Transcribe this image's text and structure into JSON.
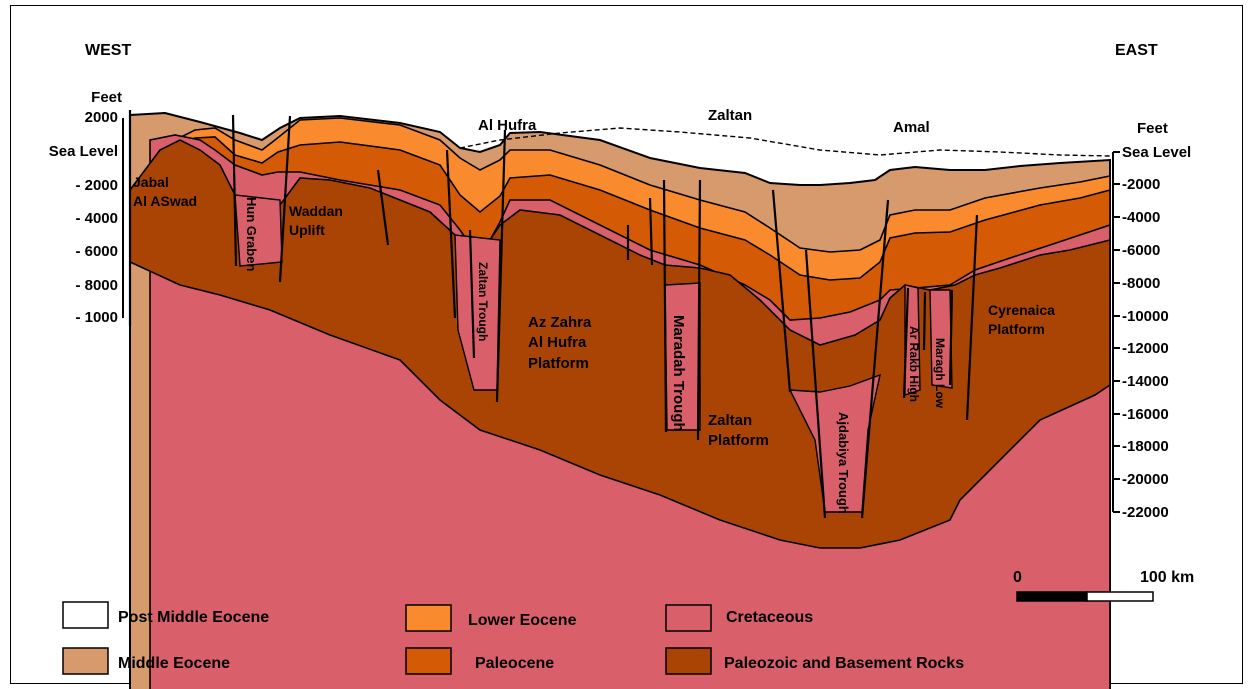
{
  "directions": {
    "west": "WEST",
    "east": "EAST"
  },
  "left_axis": {
    "unit": "Feet",
    "ticks": [
      "2000",
      "Sea Level",
      "- 2000",
      "- 4000",
      "- 6000",
      "- 8000",
      "- 1000"
    ]
  },
  "right_axis": {
    "unit": "Feet",
    "ticks": [
      "Sea Level",
      "-2000",
      "-4000",
      "-6000",
      "-8000",
      "-10000",
      "-12000",
      "-14000",
      "-16000",
      "-18000",
      "-20000",
      "-22000"
    ]
  },
  "surface_labels": {
    "al_hufra": "Al Hufra",
    "zaltan": "Zaltan",
    "amal": "Amal"
  },
  "features": {
    "jabal_1": "Jabal",
    "jabal_2": "Al ASwad",
    "hun_graben": "Hun Graben",
    "waddan_1": "Waddan",
    "waddan_2": "Uplift",
    "zaltan_trough": "Zaltan Trough",
    "azzahra_1": "Az Zahra",
    "azzahra_2": "Al Hufra",
    "azzahra_3": "Platform",
    "maradah_trough": "Maradah Trough",
    "zaltan_platform_1": "Zaltan",
    "zaltan_platform_2": "Platform",
    "ajdabiya_trough": "Ajdabiya Trough",
    "ar_rakb_high": "Ar Rakb High",
    "maragh_low": "Maragh Low",
    "cyrenaica_1": "Cyrenaica",
    "cyrenaica_2": "Platform"
  },
  "scale_bar": {
    "start": "0",
    "end": "100 km"
  },
  "legend": [
    {
      "label": "Post Middle Eocene",
      "color": "#ffffff"
    },
    {
      "label": "Lower Eocene",
      "color": "#fa8a2e"
    },
    {
      "label": "Cretaceous",
      "color": "#d9606b"
    },
    {
      "label": "Middle Eocene",
      "color": "#d69a6c"
    },
    {
      "label": "Paleocene",
      "color": "#d55a06"
    },
    {
      "label": "Paleozoic and Basement Rocks",
      "color": "#aa4404"
    }
  ],
  "colors": {
    "middle_eocene": "#d69a6c",
    "lower_eocene": "#fa8a2e",
    "paleocene": "#d55a06",
    "cretaceous": "#d9606b",
    "basement": "#aa4404"
  }
}
